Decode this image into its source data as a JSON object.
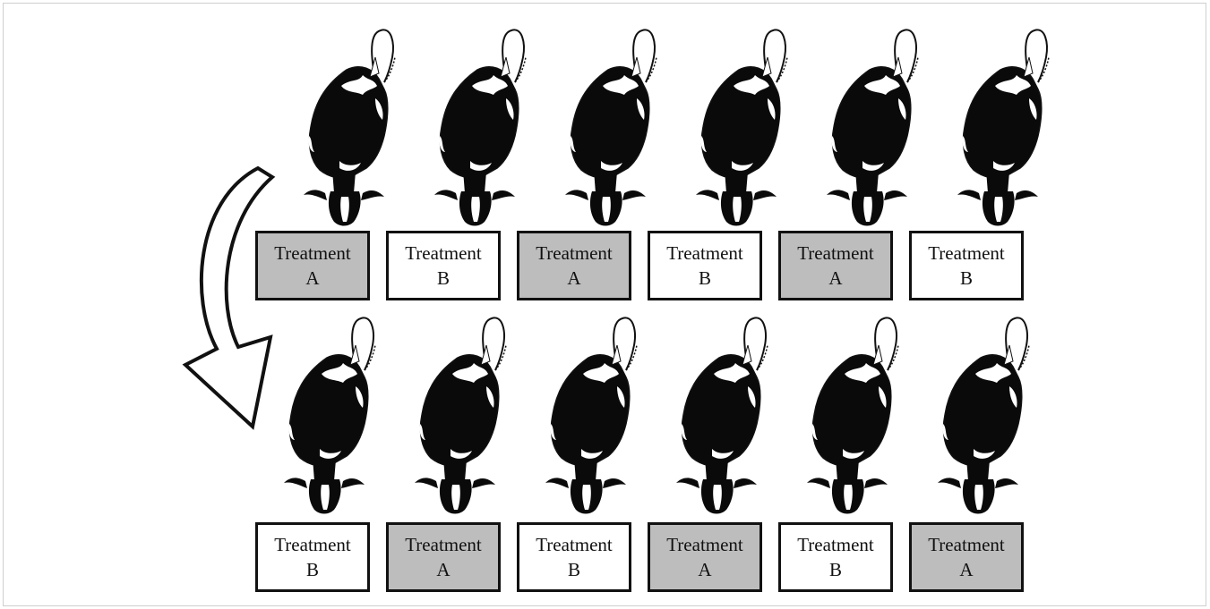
{
  "colors": {
    "treatment_a": "#bdbdbd",
    "treatment_b": "#ffffff",
    "outline": "#111111"
  },
  "rows": [
    {
      "boxes": [
        {
          "line1": "Treatment",
          "line2": "A",
          "kind": "a"
        },
        {
          "line1": "Treatment",
          "line2": "B",
          "kind": "b"
        },
        {
          "line1": "Treatment",
          "line2": "A",
          "kind": "a"
        },
        {
          "line1": "Treatment",
          "line2": "B",
          "kind": "b"
        },
        {
          "line1": "Treatment",
          "line2": "A",
          "kind": "a"
        },
        {
          "line1": "Treatment",
          "line2": "B",
          "kind": "b"
        }
      ]
    },
    {
      "boxes": [
        {
          "line1": "Treatment",
          "line2": "B",
          "kind": "b"
        },
        {
          "line1": "Treatment",
          "line2": "A",
          "kind": "a"
        },
        {
          "line1": "Treatment",
          "line2": "B",
          "kind": "b"
        },
        {
          "line1": "Treatment",
          "line2": "A",
          "kind": "a"
        },
        {
          "line1": "Treatment",
          "line2": "B",
          "kind": "b"
        },
        {
          "line1": "Treatment",
          "line2": "A",
          "kind": "a"
        }
      ]
    }
  ],
  "icons": {
    "cow": "cow-icon",
    "arrow": "curved-arrow-icon"
  }
}
